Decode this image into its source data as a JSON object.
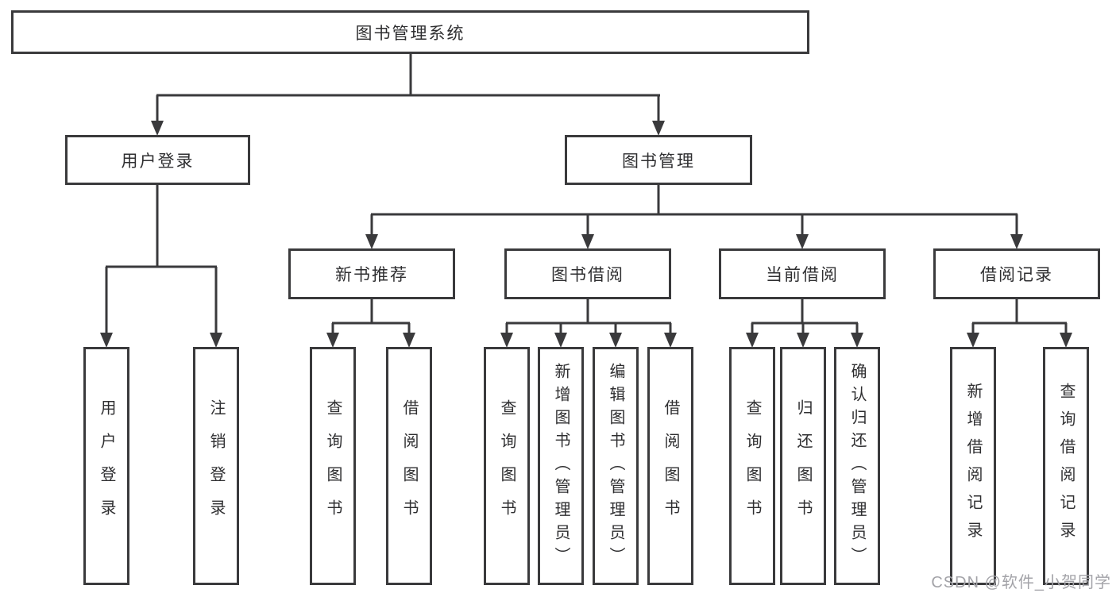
{
  "tree": {
    "root": {
      "label": "图书管理系统"
    },
    "branches": {
      "user_login": {
        "label": "用户登录",
        "children": [
          {
            "label": "用户登录"
          },
          {
            "label": "注销登录"
          }
        ]
      },
      "book_management": {
        "label": "图书管理",
        "sections": [
          {
            "label": "新书推荐",
            "children": [
              {
                "label": "查询图书"
              },
              {
                "label": "借阅图书"
              }
            ]
          },
          {
            "label": "图书借阅",
            "children": [
              {
                "label": "查询图书"
              },
              {
                "label": "新增图书（管理员）"
              },
              {
                "label": "编辑图书（管理员）"
              },
              {
                "label": "借阅图书"
              }
            ]
          },
          {
            "label": "当前借阅",
            "children": [
              {
                "label": "查询图书"
              },
              {
                "label": "归还图书"
              },
              {
                "label": "确认归还（管理员）"
              }
            ]
          },
          {
            "label": "借阅记录",
            "children": [
              {
                "label": "新增借阅记录"
              },
              {
                "label": "查询借阅记录"
              }
            ]
          }
        ]
      }
    }
  },
  "watermark": {
    "text": "CSDN @软件_小贺同学"
  },
  "colors": {
    "line": "#3a3a3c",
    "text": "#2f2f31",
    "watermark": "#a3a3a8"
  }
}
